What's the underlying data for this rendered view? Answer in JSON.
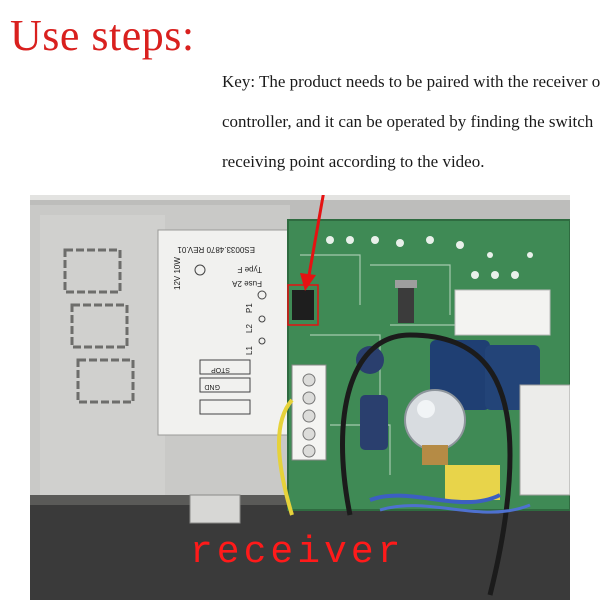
{
  "heading": "Use steps:",
  "key_lines": [
    "Key: The product needs to be paired with the receiver or",
    "controller, and it can be operated by finding the switch",
    "receiving point according to the video."
  ],
  "label_sheet": {
    "part_number": "ES0033.4870 REV.01",
    "rating": "12V 10W",
    "fuse": "Fuse 2A",
    "fuse_type": "Type F",
    "p1": "P1",
    "l2": "L2",
    "l1": "L1",
    "stop": "STOP",
    "gnd": "GND"
  },
  "photo_caption": "receiver",
  "colors": {
    "heading": "#d9201e",
    "caption": "#ff1a1a",
    "arrow": "#e51212",
    "pcb": "#3f8a55"
  }
}
